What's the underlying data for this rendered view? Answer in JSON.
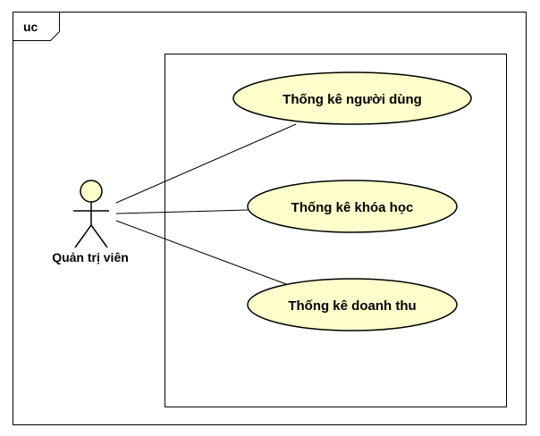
{
  "frame": {
    "label": "uc"
  },
  "actor": {
    "name": "Quản trị viên"
  },
  "use_cases": [
    {
      "label": "Thống kê người dùng"
    },
    {
      "label": "Thống kê khóa học"
    },
    {
      "label": "Thống kê doanh thu"
    }
  ],
  "colors": {
    "use_case_fill": "#ffffcc",
    "actor_head_fill": "#ffffcc",
    "line": "#000000"
  }
}
